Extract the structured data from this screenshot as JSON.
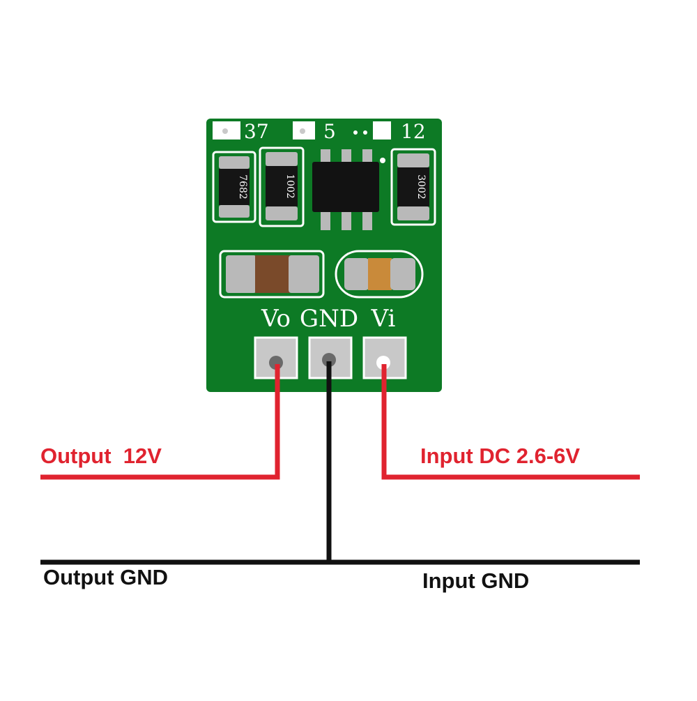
{
  "board": {
    "silkscreen_top": [
      "37",
      "5",
      "12"
    ],
    "resistor_codes": [
      "7682",
      "1002",
      "3002"
    ],
    "pin_labels": [
      "Vo",
      "GND",
      "Vi"
    ]
  },
  "labels": {
    "output_voltage": "Output  12V",
    "input_voltage": "Input DC 2.6-6V",
    "output_gnd": "Output GND",
    "input_gnd": "Input GND"
  },
  "colors": {
    "pcb": "#0d7a25",
    "wire_power": "#e0232f",
    "wire_ground": "#111111"
  }
}
